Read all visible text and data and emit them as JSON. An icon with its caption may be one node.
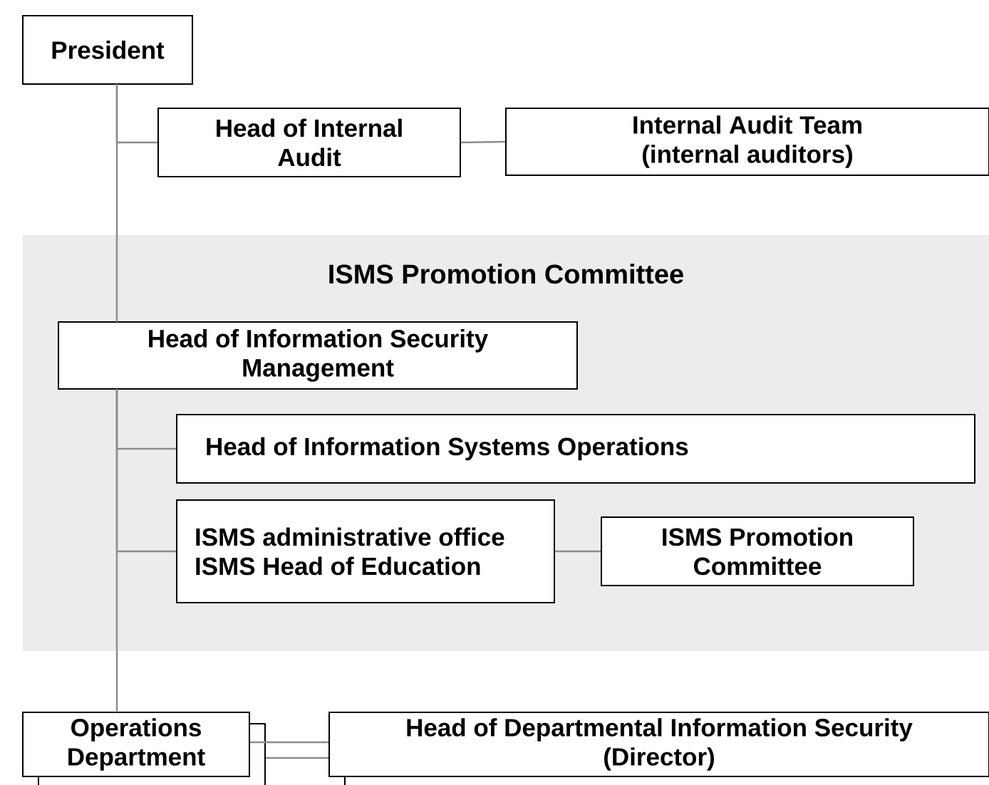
{
  "diagram": {
    "nodes": [
      {
        "text": [
          "President"
        ]
      },
      {
        "text": [
          "Head of Internal Audit"
        ]
      },
      {
        "text": [
          "Internal Audit Team (internal auditors)"
        ]
      },
      {
        "text": [
          "ISMS Promotion Committee"
        ]
      },
      {
        "text": [
          "Head of Information Security Management"
        ],
        "in": 3
      },
      {
        "text": [
          "Head of Information Systems Operations"
        ],
        "in": 3
      },
      {
        "text": [
          "ISMS administrative office ISMS Head of Education"
        ],
        "in": 3
      },
      {
        "text": [
          "ISMS Promotion Committee"
        ],
        "in": 3
      },
      {
        "text": [
          "Operations Department"
        ]
      },
      {
        "text": [
          "Head of Departmental Information Security (Director)"
        ]
      }
    ],
    "edges": [
      {
        "from": 0,
        "to": 1,
        "arrow": "none"
      },
      {
        "from": 1,
        "to": 2,
        "arrow": "none"
      },
      {
        "from": 0,
        "to": 4,
        "arrow": "none"
      },
      {
        "from": 4,
        "to": 5,
        "arrow": "none"
      },
      {
        "from": 4,
        "to": 6,
        "arrow": "none"
      },
      {
        "from": 6,
        "to": 7,
        "arrow": "none"
      },
      {
        "from": 4,
        "to": 8,
        "arrow": "none"
      },
      {
        "from": 8,
        "to": 9,
        "arrow": "none"
      },
      {
        "from": 8,
        "to": 9,
        "arrow": "none"
      }
    ]
  }
}
